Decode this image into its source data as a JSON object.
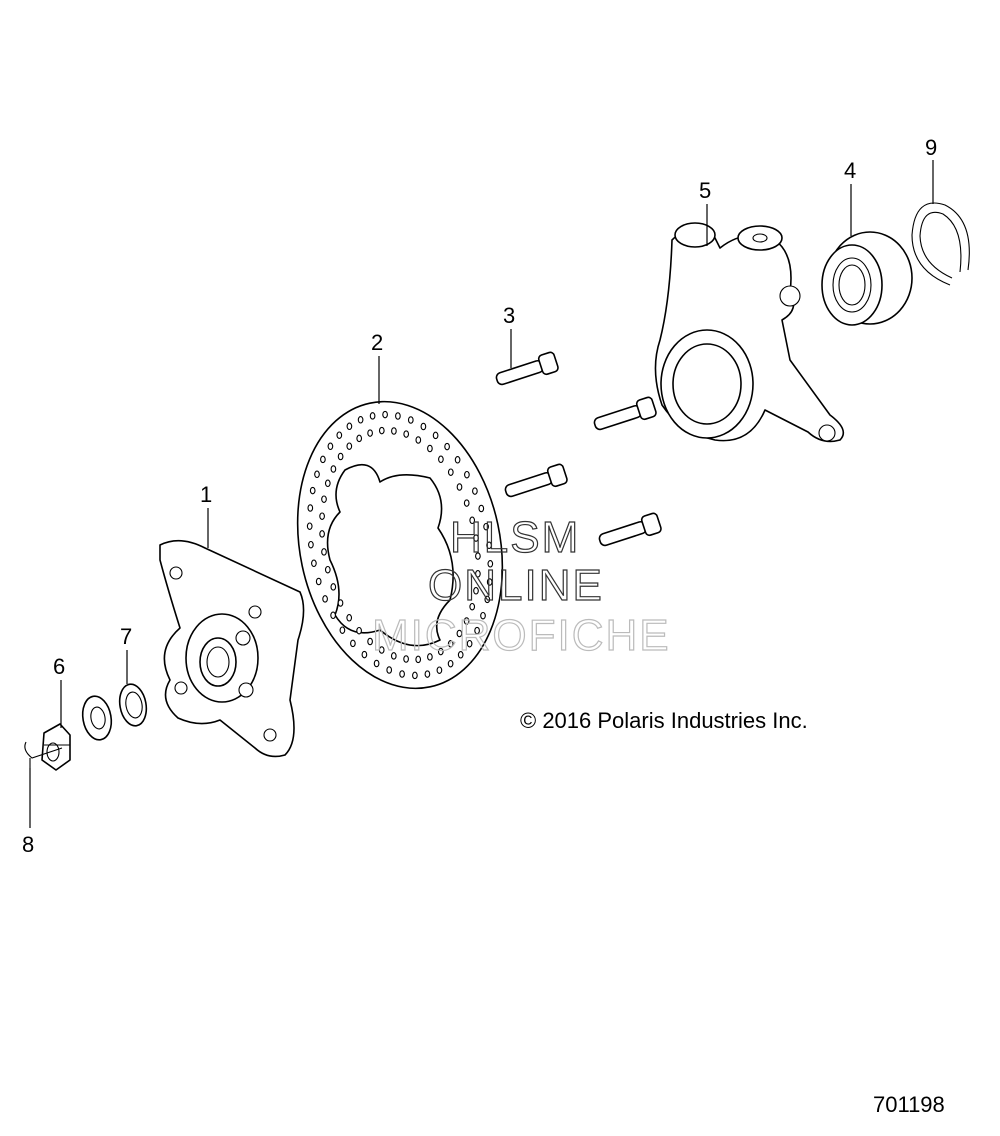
{
  "diagram": {
    "callouts": [
      {
        "id": "1",
        "label": "1"
      },
      {
        "id": "2",
        "label": "2"
      },
      {
        "id": "3",
        "label": "3"
      },
      {
        "id": "4",
        "label": "4"
      },
      {
        "id": "5",
        "label": "5"
      },
      {
        "id": "6",
        "label": "6"
      },
      {
        "id": "7",
        "label": "7"
      },
      {
        "id": "8",
        "label": "8"
      },
      {
        "id": "9",
        "label": "9"
      }
    ],
    "watermark": {
      "line1": "HLSM",
      "line2": "ONLINE",
      "line3": "MICROFICHE"
    },
    "copyright": "© 2016 Polaris Industries Inc.",
    "diagram_number": "701198"
  }
}
